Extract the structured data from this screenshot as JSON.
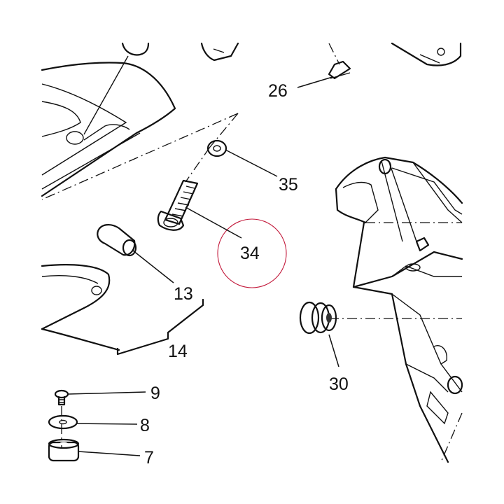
{
  "diagram": {
    "highlight_color": "#c2183a",
    "callouts": [
      {
        "id": "p26",
        "label": "26"
      },
      {
        "id": "p35",
        "label": "35"
      },
      {
        "id": "p34",
        "label": "34"
      },
      {
        "id": "p13",
        "label": "13"
      },
      {
        "id": "p14",
        "label": "14"
      },
      {
        "id": "p30",
        "label": "30"
      },
      {
        "id": "p9",
        "label": "9"
      },
      {
        "id": "p8",
        "label": "8"
      },
      {
        "id": "p7",
        "label": "7"
      }
    ]
  }
}
